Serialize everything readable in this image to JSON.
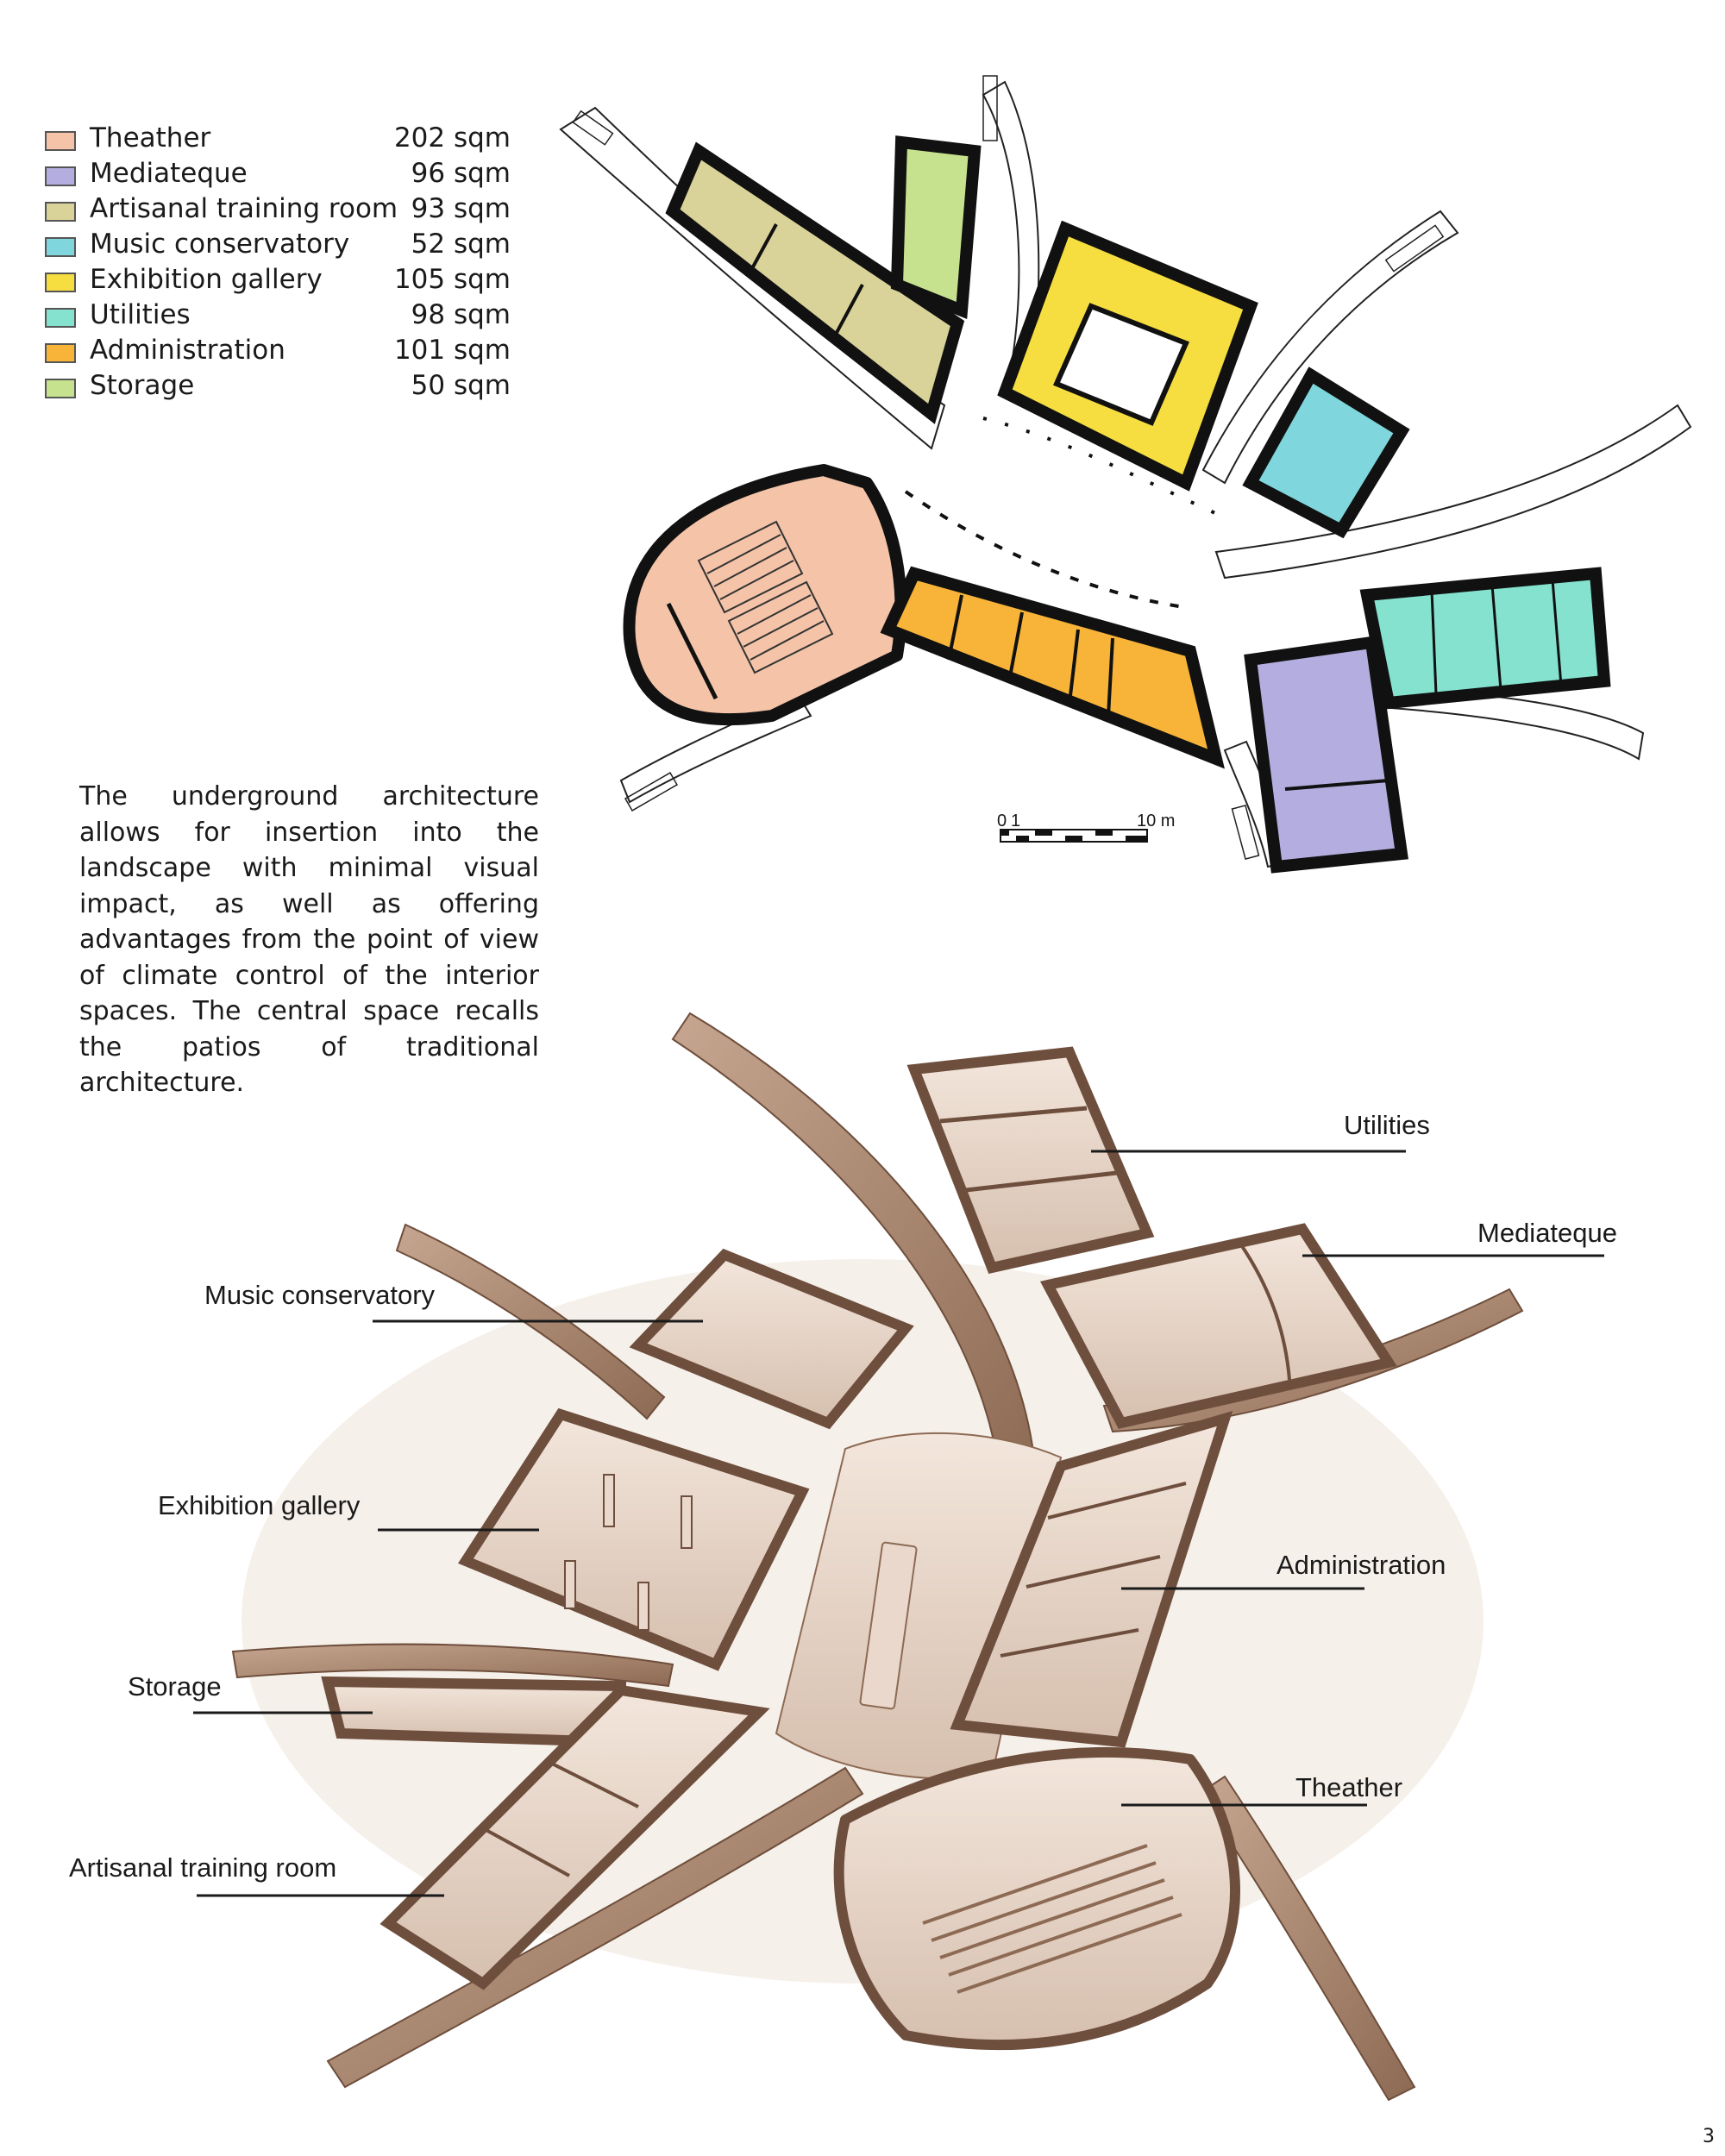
{
  "legend": [
    {
      "label": "Theather",
      "area": "202 sqm",
      "color": "#f5c4a8"
    },
    {
      "label": "Mediateque",
      "area": "96 sqm",
      "color": "#b3aedf"
    },
    {
      "label": "Artisanal training room",
      "area": "93 sqm",
      "color": "#d9d39a"
    },
    {
      "label": "Music conservatory",
      "area": "52 sqm",
      "color": "#7fd6dc"
    },
    {
      "label": "Exhibition gallery",
      "area": "105 sqm",
      "color": "#f6dd40"
    },
    {
      "label": "Utilities",
      "area": "98 sqm",
      "color": "#84e2cf"
    },
    {
      "label": "Administration",
      "area": "101 sqm",
      "color": "#f7b438"
    },
    {
      "label": "Storage",
      "area": "50 sqm",
      "color": "#c6e28e"
    }
  ],
  "description": "The underground architecture allows for insertion into the landscape with minimal visual impact, as well as offering advantages from the point of view of climate control of the interior spaces. The central space recalls the patios of traditional architecture.",
  "scale_bar": {
    "start": "0",
    "one": "1",
    "end": "10 m"
  },
  "callouts": {
    "utilities": "Utilities",
    "mediateque": "Mediateque",
    "music_conservatory": "Music conservatory",
    "exhibition_gallery": "Exhibition gallery",
    "administration": "Administration",
    "storage": "Storage",
    "theather": "Theather",
    "artisanal": "Artisanal training room"
  },
  "page_number": "3"
}
